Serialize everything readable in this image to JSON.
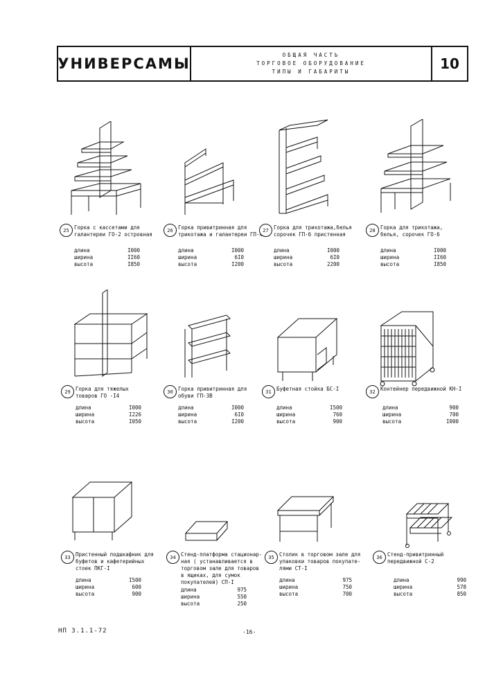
{
  "header": {
    "title": "УНИВЕРСАМЫ",
    "subtitle_lines": [
      "ОБЩАЯ ЧАСТЬ",
      "ТОРГОВОЕ ОБОРУДОВАНИЕ",
      "ТИПЫ И ГАБАРИТЫ"
    ],
    "page_number": "10"
  },
  "items": [
    {
      "num": "25",
      "caption": "Горка с  кассетами для\nгалантереи    ГО-2 островная",
      "specs": [
        [
          "длина",
          "I000"
        ],
        [
          "ширина",
          "II60"
        ],
        [
          "высота",
          "I850"
        ]
      ]
    },
    {
      "num": "26",
      "caption": "Горка привитринная для\nтрикотажа и галантереи ГП-4",
      "specs": [
        [
          "длина",
          "I000"
        ],
        [
          "ширина",
          "6I0"
        ],
        [
          "высота",
          "I200"
        ]
      ]
    },
    {
      "num": "27",
      "caption": "Горка для трикотажа,белья\nсорочек  ГП-6  пристенная",
      "specs": [
        [
          "длина",
          "I000"
        ],
        [
          "ширина",
          "6I0"
        ],
        [
          "высота",
          "2200"
        ]
      ]
    },
    {
      "num": "28",
      "caption": "Горка для трикотажа,\nбелья, сорочек ГО-6",
      "specs": [
        [
          "длина",
          "I000"
        ],
        [
          "ширина",
          "II60"
        ],
        [
          "высота",
          "I850"
        ]
      ]
    },
    {
      "num": "29",
      "caption": "Горка для тяжелых\nтоваров      ГО -I4",
      "specs": [
        [
          "длина",
          "I000"
        ],
        [
          "ширина",
          "I226"
        ],
        [
          "высота",
          "I050"
        ]
      ]
    },
    {
      "num": "30",
      "caption": "Горка привитринная для\nобуви       ГП-3В",
      "specs": [
        [
          "длина",
          "I000"
        ],
        [
          "ширина",
          "6I0"
        ],
        [
          "высота",
          "I200"
        ]
      ]
    },
    {
      "num": "31",
      "caption": "Буфетная стойка БС-I",
      "specs": [
        [
          "длина",
          "I500"
        ],
        [
          "ширина",
          "760"
        ],
        [
          "высота",
          "900"
        ]
      ]
    },
    {
      "num": "32",
      "caption": "Контейнер передвижной КН-I",
      "specs": [
        [
          "длина",
          "900"
        ],
        [
          "ширина",
          "700"
        ],
        [
          "высота",
          "I000"
        ]
      ]
    },
    {
      "num": "33",
      "caption": "Пристенный подшкафник для\nбуфетов и кафетерийных\nстоек   ПКГ-I",
      "specs": [
        [
          "длина",
          "I500"
        ],
        [
          "ширина",
          "600"
        ],
        [
          "высота",
          "900"
        ]
      ]
    },
    {
      "num": "34",
      "caption": "Стенд-платформа стационар-\nная ( устанавливается в\nторговом зале для товаров\nв ящиках, для сумок\nпокупателей)  СП-I",
      "specs": [
        [
          "длина",
          "975"
        ],
        [
          "ширина",
          "550"
        ],
        [
          "высота",
          "250"
        ]
      ]
    },
    {
      "num": "35",
      "caption": "Столик в торговом зале для\nупаковки товаров покупате-\nлями       СТ-I",
      "specs": [
        [
          "длина",
          "975"
        ],
        [
          "ширина",
          "750"
        ],
        [
          "высота",
          "700"
        ]
      ]
    },
    {
      "num": "36",
      "caption": "Стенд-привитринный\nпередвижной    С-2",
      "specs": [
        [
          "длина",
          "990"
        ],
        [
          "ширина",
          "578"
        ],
        [
          "высота",
          "850"
        ]
      ]
    }
  ],
  "footer": {
    "code": "НП 3.1.1-72",
    "page": "-16-"
  }
}
